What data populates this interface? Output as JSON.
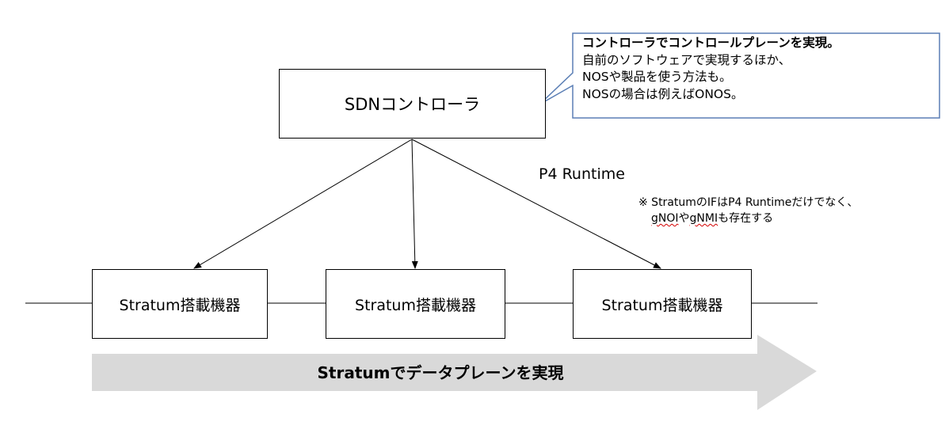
{
  "colors": {
    "callout_border": "#5b7fb5",
    "arrow_fill": "#d9d9d9",
    "spellcheck_underline": "#d40000"
  },
  "controller": {
    "label": "SDNコントローラ"
  },
  "callout": {
    "title": "コントローラでコントロールプレーンを実現。",
    "lines": [
      "自前のソフトウェアで実現するほか、",
      "NOSや製品を使う方法も。",
      "NOSの場合は例えばONOS。"
    ]
  },
  "protocol_label": "P4 Runtime",
  "note": {
    "line1": "※ StratumのIFはP4 Runtimeだけでなく、",
    "line2_word1": "gNOI",
    "line2_mid": "や",
    "line2_word2": "gNMI",
    "line2_end": "も存在する"
  },
  "devices": [
    {
      "label": "Stratum搭載機器"
    },
    {
      "label": "Stratum搭載機器"
    },
    {
      "label": "Stratum搭載機器"
    }
  ],
  "dataplane_label": "Stratumでデータプレーンを実現"
}
